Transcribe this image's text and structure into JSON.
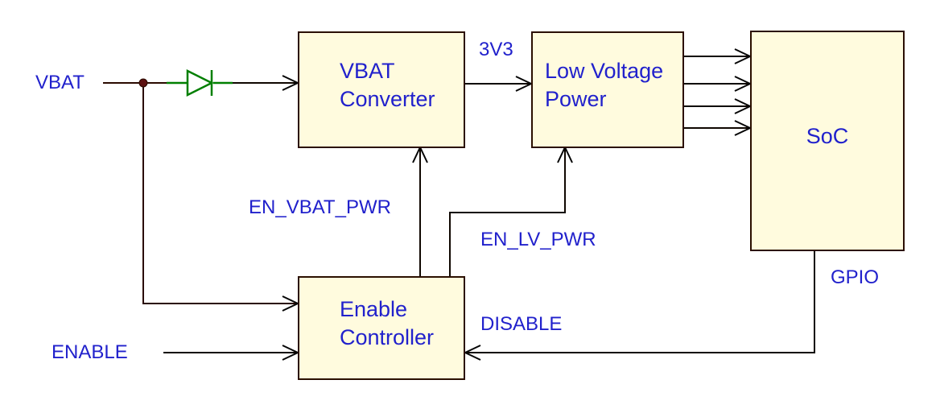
{
  "diagram": {
    "type": "power-block-diagram",
    "colors": {
      "block_fill": "#FFFBDE",
      "block_border": "#2B0F00",
      "text_blue": "#2121CC",
      "wire_black": "#0F0700",
      "wire_vbat": "#2A0A00",
      "diode_green": "#007F00",
      "junction_dot": "#5C1010",
      "background": "#FFFFFF"
    },
    "blocks": [
      {
        "id": "vbat-converter",
        "line1": "VBAT",
        "line2": "Converter"
      },
      {
        "id": "low-voltage-power",
        "line1": "Low Voltage",
        "line2": "Power"
      },
      {
        "id": "soc",
        "line1": "SoC",
        "line2": ""
      },
      {
        "id": "enable-controller",
        "line1": "Enable",
        "line2": "Controller"
      }
    ],
    "signals": {
      "vbat": "VBAT",
      "v3v3": "3V3",
      "en_vbat_pwr": "EN_VBAT_PWR",
      "en_lv_pwr": "EN_LV_PWR",
      "disable": "DISABLE",
      "gpio": "GPIO",
      "enable": "ENABLE"
    },
    "connections": [
      "VBAT -> diode -> VBAT Converter",
      "VBAT -> Enable Controller",
      "ENABLE -> Enable Controller",
      "VBAT Converter -3V3-> Low Voltage Power",
      "Low Voltage Power -> SoC (4 rails)",
      "Enable Controller -EN_VBAT_PWR-> VBAT Converter",
      "Enable Controller -EN_LV_PWR-> Low Voltage Power",
      "SoC -GPIO/DISABLE-> Enable Controller"
    ]
  }
}
